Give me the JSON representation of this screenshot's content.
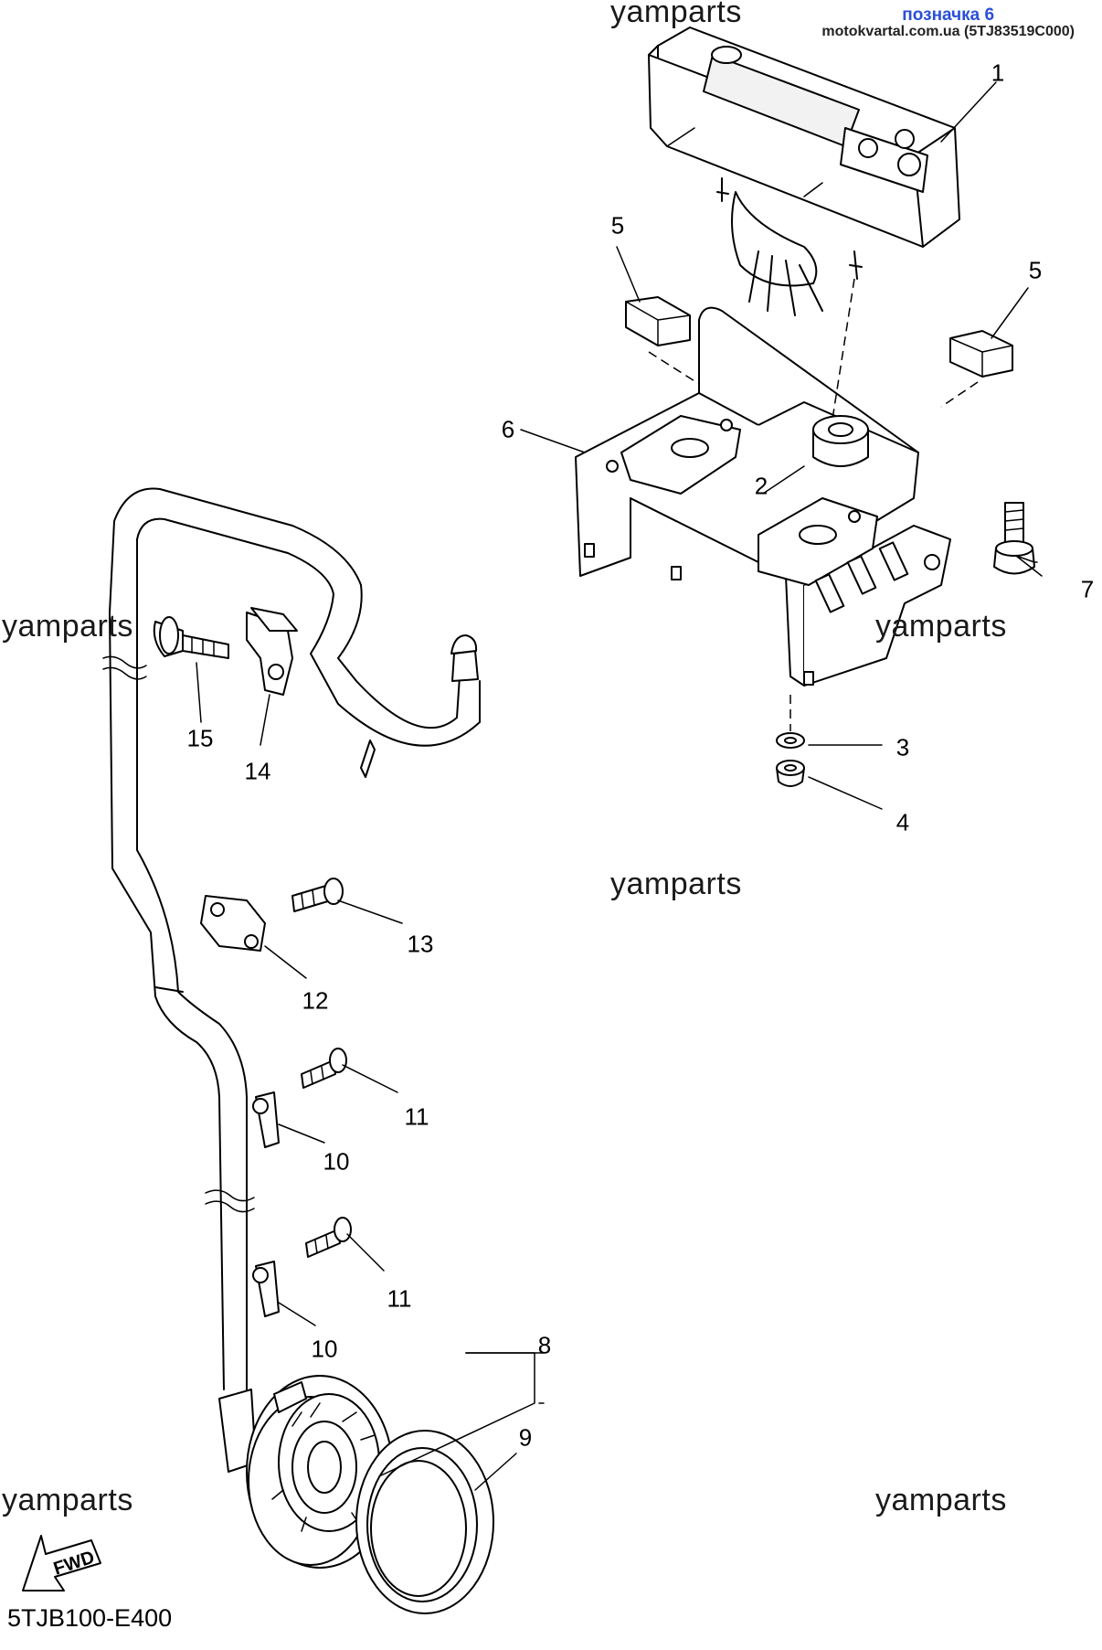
{
  "header": {
    "watermark_top": "yamparts",
    "badge_title": "позначка 6",
    "badge_subtitle": "motokvartal.com.ua (5TJ83519C000)"
  },
  "watermarks": [
    "yamparts",
    "yamparts",
    "yamparts",
    "yamparts",
    "yamparts"
  ],
  "callouts": {
    "c1": "1",
    "c2": "2",
    "c3": "3",
    "c4": "4",
    "c5a": "5",
    "c5b": "5",
    "c6": "6",
    "c7": "7",
    "c8": "8",
    "c9": "9",
    "c10a": "10",
    "c10b": "10",
    "c11a": "11",
    "c11b": "11",
    "c12": "12",
    "c13": "13",
    "c14": "14",
    "c15": "15"
  },
  "footer": {
    "fwd_label": "FWD",
    "diagram_code": "5TJB100-E400"
  }
}
